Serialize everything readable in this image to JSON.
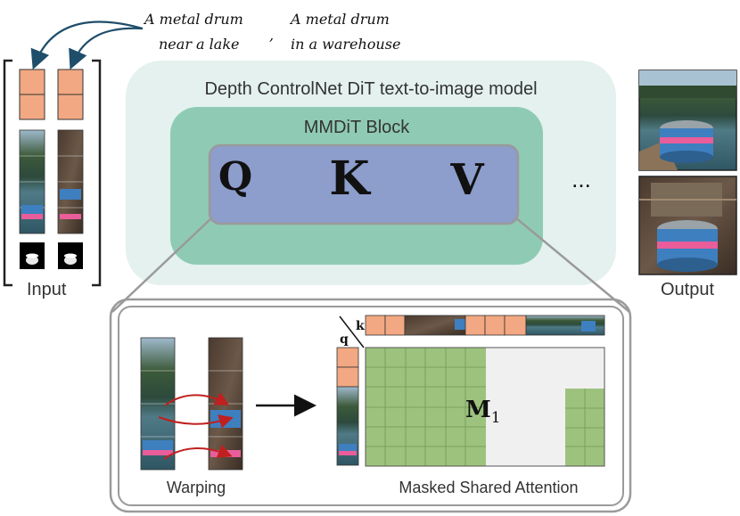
{
  "prompts": {
    "left_line1": "A metal drum",
    "left_line2": "near a lake",
    "right_line1": "A metal drum",
    "right_line2": "in a warehouse",
    "separator": ","
  },
  "model": {
    "title": "Depth ControlNet DiT text-to-image model",
    "block_title": "MMDiT Block",
    "q": "Q",
    "k": "K",
    "v": "V",
    "ellipsis": "..."
  },
  "labels": {
    "input": "Input",
    "output": "Output",
    "warping": "Warping",
    "masked_shared_attention": "Masked Shared Attention",
    "k_axis": "k",
    "q_axis": "q",
    "mask": "M",
    "mask_sub": "1"
  },
  "colors": {
    "token_orange": "#f2a882",
    "outer_teal": "#e4f1ee",
    "block_green": "#8fcbb4",
    "qkv_purple": "#8d9dcc",
    "mask_green": "#9dc27e",
    "mask_empty": "#f0f0f0",
    "arrow_red": "#c0201f"
  }
}
